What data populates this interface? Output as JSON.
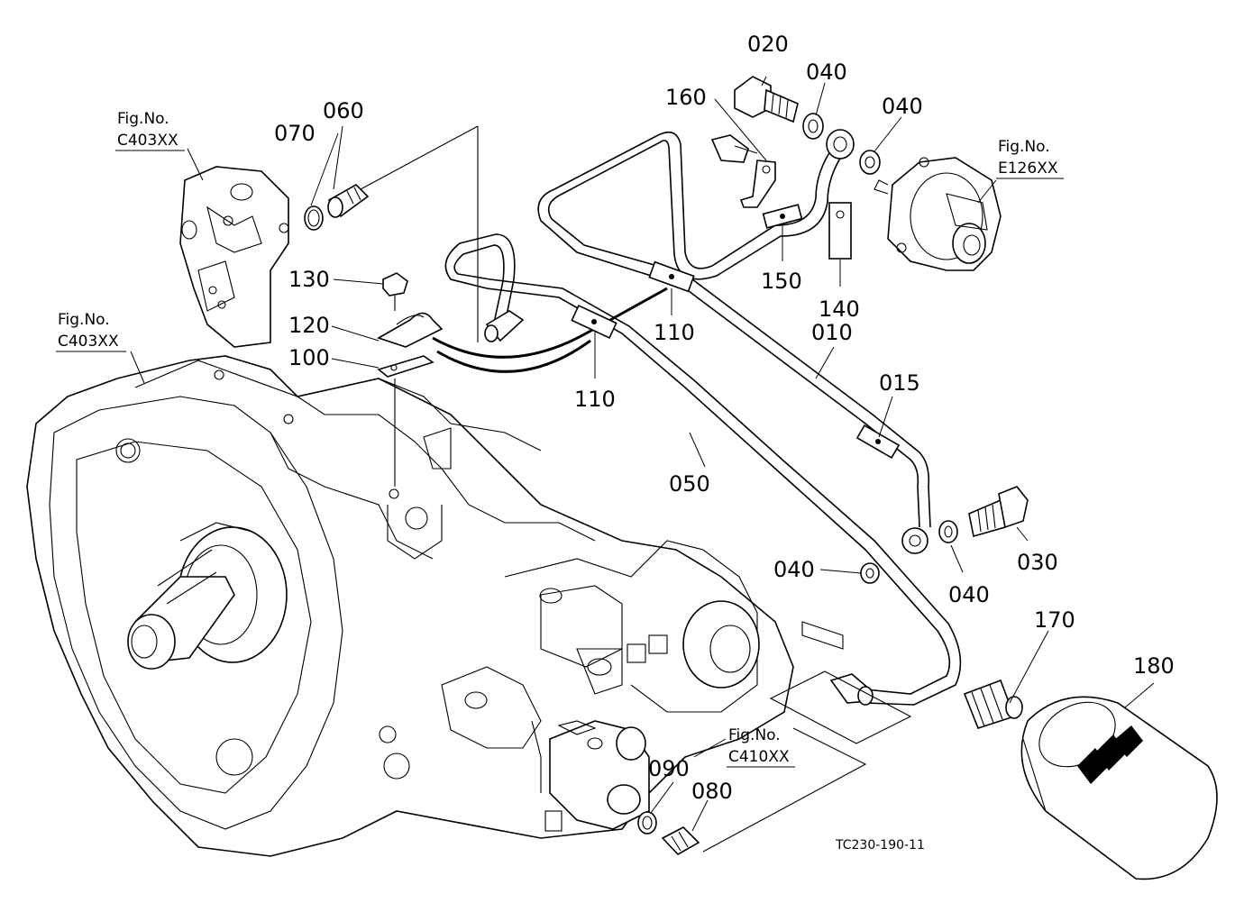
{
  "drawing_code": "TC230-190-11",
  "fig_refs": [
    {
      "label": "Fig.No.",
      "code": "C403XX"
    },
    {
      "label": "Fig.No.",
      "code": "C403XX"
    },
    {
      "label": "Fig.No.",
      "code": "E126XX"
    },
    {
      "label": "Fig.No.",
      "code": "C410XX"
    }
  ],
  "part_numbers": [
    "020",
    "040",
    "040",
    "160",
    "060",
    "070",
    "130",
    "120",
    "100",
    "110",
    "110",
    "150",
    "140",
    "010",
    "015",
    "050",
    "040",
    "040",
    "030",
    "170",
    "180",
    "090",
    "080"
  ]
}
